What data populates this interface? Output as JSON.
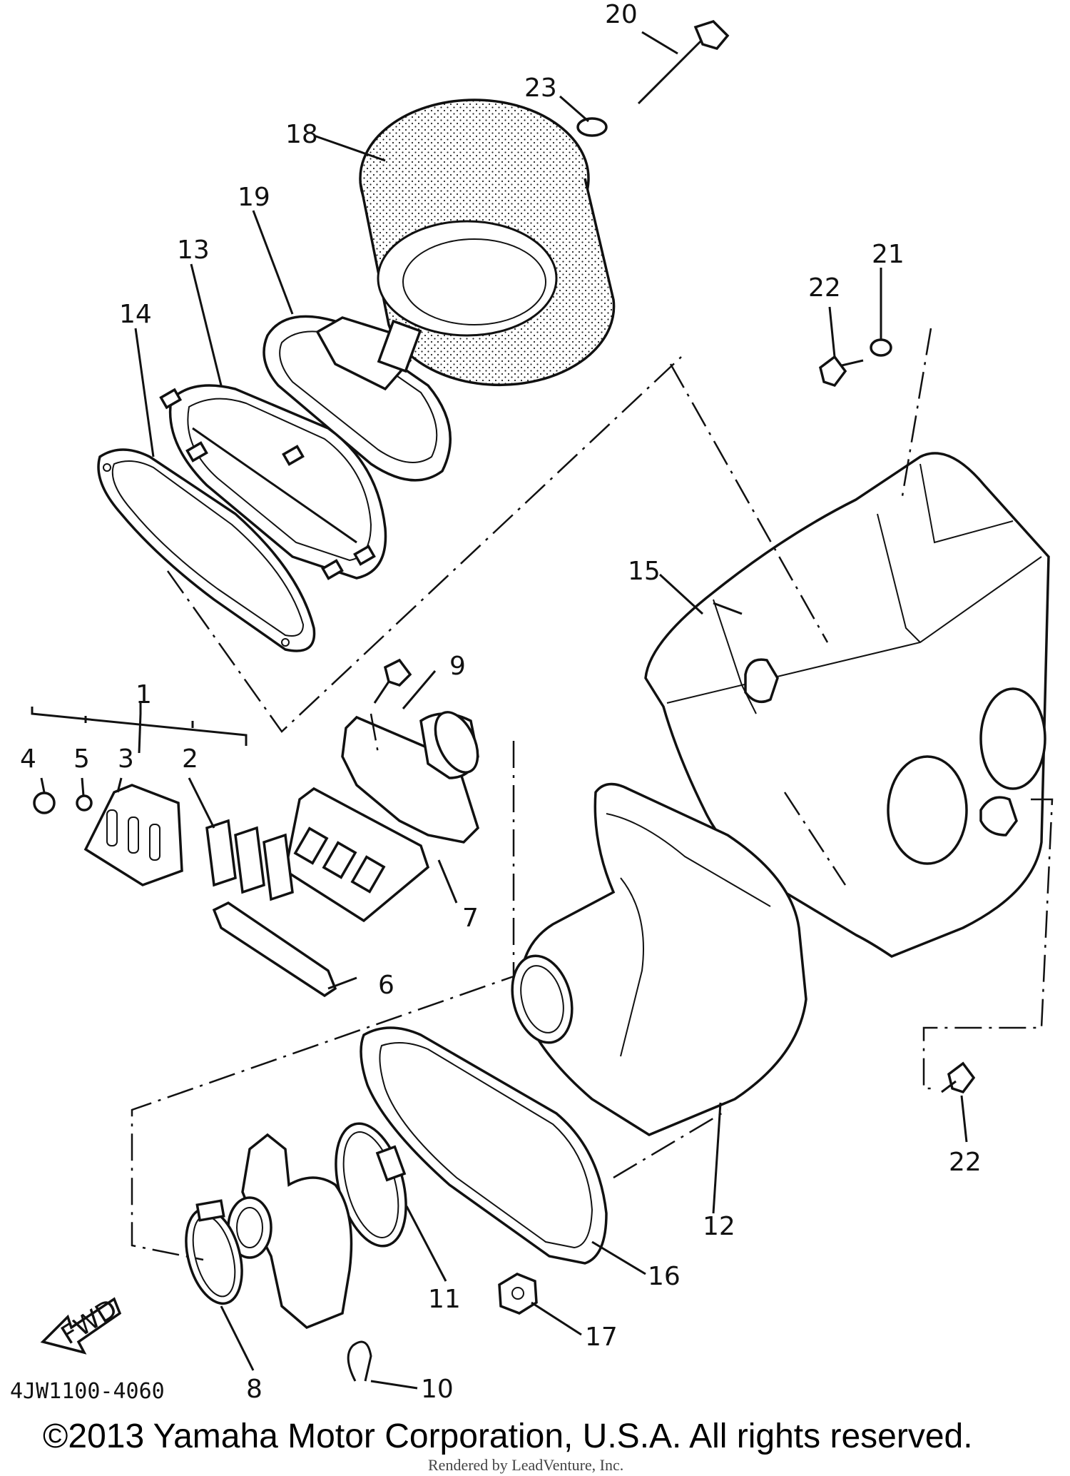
{
  "diagram": {
    "code": "4JW1100-4060",
    "copyright": "©2013 Yamaha Motor Corporation, U.S.A. All rights reserved.",
    "render_credit": "Rendered by LeadVenture, Inc.",
    "fwd_label": "FWD",
    "callouts": {
      "c1": "1",
      "c2": "2",
      "c3": "3",
      "c4": "4",
      "c5": "5",
      "c6": "6",
      "c7": "7",
      "c8": "8",
      "c9": "9",
      "c10": "10",
      "c11": "11",
      "c12": "12",
      "c13": "13",
      "c14": "14",
      "c15": "15",
      "c16": "16",
      "c17": "17",
      "c18": "18",
      "c19": "19",
      "c20": "20",
      "c21": "21",
      "c22a": "22",
      "c22b": "22",
      "c23": "23"
    }
  }
}
